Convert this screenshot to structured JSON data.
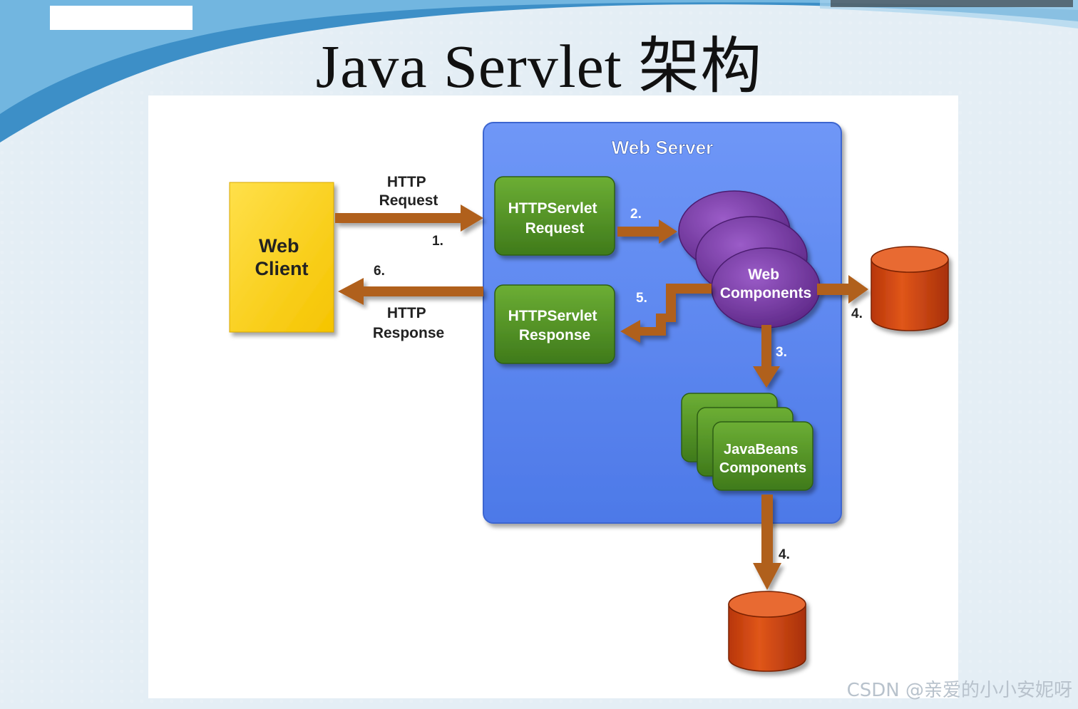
{
  "slide": {
    "title": "Java Servlet 架构",
    "watermark": "CSDN @亲爱的小小安妮呀"
  },
  "diagram": {
    "web_server_label": "Web Server",
    "web_client_label": [
      "Web",
      "Client"
    ],
    "http_request_label": [
      "HTTP",
      "Request"
    ],
    "http_response_label": [
      "HTTP",
      "Response"
    ],
    "servlet_request_label": [
      "HTTPServlet",
      "Request"
    ],
    "servlet_response_label": [
      "HTTPServlet",
      "Response"
    ],
    "web_components_label": [
      "Web",
      "Components"
    ],
    "javabeans_label": [
      "JavaBeans",
      "Components"
    ],
    "steps": {
      "s1": "1.",
      "s2": "2.",
      "s3": "3.",
      "s4a": "4.",
      "s4b": "4.",
      "s5": "5.",
      "s6": "6."
    },
    "colors": {
      "web_server": "#5b86f0",
      "web_client": "#ffd21a",
      "servlet_box": "#5a9a2a",
      "web_components": "#7b3ea8",
      "database": "#d4480e",
      "arrow": "#b0601e"
    }
  }
}
